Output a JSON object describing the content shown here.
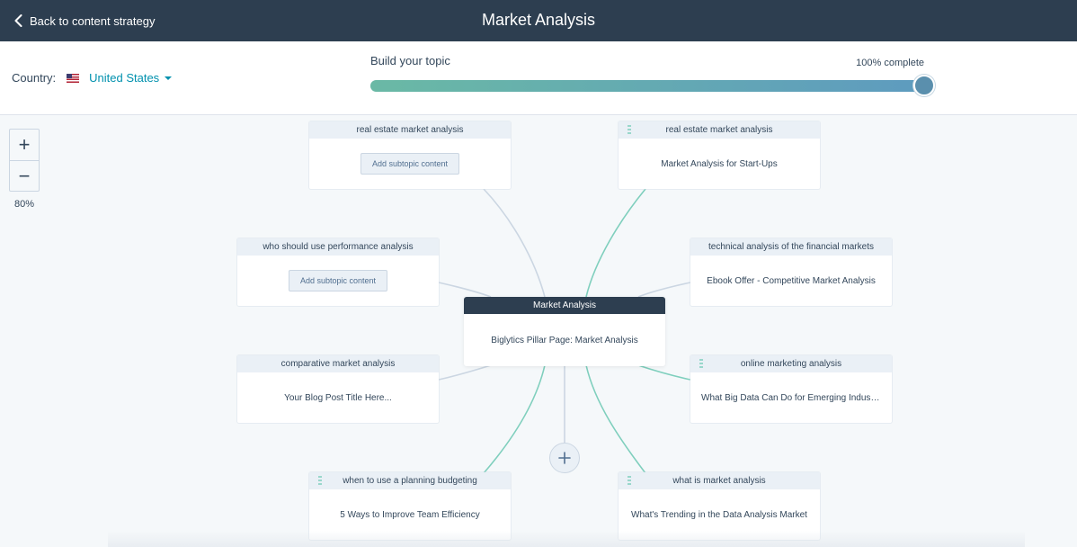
{
  "header": {
    "back_label": "Back to content strategy",
    "title": "Market Analysis"
  },
  "toolbar": {
    "country_label": "Country:",
    "country_value": "United States",
    "progress_label": "Build your topic",
    "progress_text": "100% complete",
    "progress_value": 1.0
  },
  "zoom": {
    "in_symbol": "+",
    "out_symbol": "−",
    "level": "80%"
  },
  "pillar": {
    "header": "Market Analysis",
    "body": "Biglytics Pillar Page: Market Analysis"
  },
  "subtopics": [
    {
      "header": "real estate market analysis",
      "body": "",
      "button": "Add subtopic content",
      "grip": false
    },
    {
      "header": "real estate market analysis",
      "body": "Market Analysis for Start-Ups",
      "button": "",
      "grip": true
    },
    {
      "header": "who should use performance analysis",
      "body": "",
      "button": "Add subtopic content",
      "grip": false
    },
    {
      "header": "technical analysis of the financial markets",
      "body": "Ebook Offer - Competitive Market Analysis",
      "button": "",
      "grip": false
    },
    {
      "header": "comparative market analysis",
      "body": "Your Blog Post Title Here...",
      "button": "",
      "grip": false
    },
    {
      "header": "online marketing analysis",
      "body": "What Big Data Can Do for Emerging Industries",
      "button": "",
      "grip": true
    },
    {
      "header": "when to use a planning budgeting",
      "body": "5 Ways to Improve Team Efficiency",
      "button": "",
      "grip": true
    },
    {
      "header": "what is market analysis",
      "body": "What's Trending in the Data Analysis Market",
      "button": "",
      "grip": true
    }
  ],
  "colors": {
    "topbar": "#2d3e50",
    "link_active": "#7fcfbd",
    "link_inactive": "#cbd6e2",
    "accent_link": "#0091ae"
  },
  "icons": {
    "back": "chevron-left-icon",
    "grip": "drag-handle-icon",
    "add": "plus-icon",
    "flag": "us-flag-icon"
  }
}
